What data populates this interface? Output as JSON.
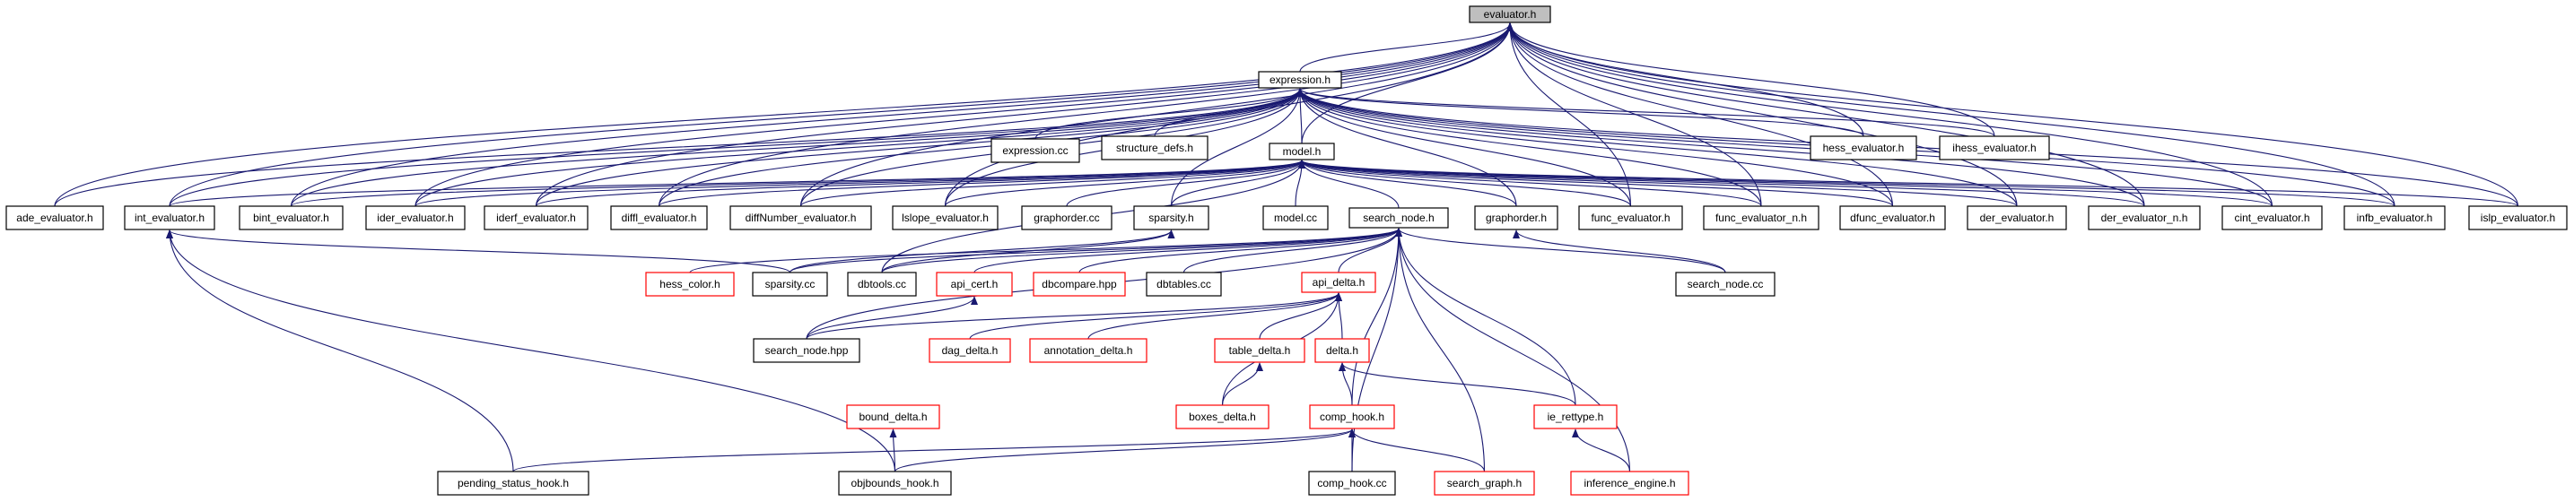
{
  "colors": {
    "edge": "#191970",
    "border_normal": "#000000",
    "border_truncated": "#ff0000",
    "fill_highlight": "#bfbfbf",
    "fill_normal": "#ffffff"
  },
  "graph": {
    "nodes": [
      {
        "id": "evaluator_h",
        "label": "evaluator.h",
        "style": "highlight"
      },
      {
        "id": "expression_h",
        "label": "expression.h",
        "style": "normal"
      },
      {
        "id": "expression_cc",
        "label": "expression.cc",
        "style": "normal"
      },
      {
        "id": "structure_defs_h",
        "label": "structure_defs.h",
        "style": "normal"
      },
      {
        "id": "hess_evaluator_h",
        "label": "hess_evaluator.h",
        "style": "normal"
      },
      {
        "id": "ihess_evaluator_h",
        "label": "ihess_evaluator.h",
        "style": "normal"
      },
      {
        "id": "model_h",
        "label": "model.h",
        "style": "normal"
      },
      {
        "id": "ade_evaluator_h",
        "label": "ade_evaluator.h",
        "style": "normal"
      },
      {
        "id": "int_evaluator_h",
        "label": "int_evaluator.h",
        "style": "normal"
      },
      {
        "id": "bint_evaluator_h",
        "label": "bint_evaluator.h",
        "style": "normal"
      },
      {
        "id": "ider_evaluator_h",
        "label": "ider_evaluator.h",
        "style": "normal"
      },
      {
        "id": "iderf_evaluator_h",
        "label": "iderf_evaluator.h",
        "style": "normal"
      },
      {
        "id": "diffl_evaluator_h",
        "label": "diffl_evaluator.h",
        "style": "normal"
      },
      {
        "id": "diffNumber_evaluator_h",
        "label": "diffNumber_evaluator.h",
        "style": "normal"
      },
      {
        "id": "lslope_evaluator_h",
        "label": "lslope_evaluator.h",
        "style": "normal"
      },
      {
        "id": "graphorder_cc",
        "label": "graphorder.cc",
        "style": "normal"
      },
      {
        "id": "sparsity_h",
        "label": "sparsity.h",
        "style": "normal"
      },
      {
        "id": "model_cc",
        "label": "model.cc",
        "style": "normal"
      },
      {
        "id": "search_node_h",
        "label": "search_node.h",
        "style": "normal"
      },
      {
        "id": "graphorder_h",
        "label": "graphorder.h",
        "style": "normal"
      },
      {
        "id": "func_evaluator_h",
        "label": "func_evaluator.h",
        "style": "normal"
      },
      {
        "id": "func_evaluator_n_h",
        "label": "func_evaluator_n.h",
        "style": "normal"
      },
      {
        "id": "dfunc_evaluator_h",
        "label": "dfunc_evaluator.h",
        "style": "normal"
      },
      {
        "id": "der_evaluator_h",
        "label": "der_evaluator.h",
        "style": "normal"
      },
      {
        "id": "der_evaluator_n_h",
        "label": "der_evaluator_n.h",
        "style": "normal"
      },
      {
        "id": "cint_evaluator_h",
        "label": "cint_evaluator.h",
        "style": "normal"
      },
      {
        "id": "infb_evaluator_h",
        "label": "infb_evaluator.h",
        "style": "normal"
      },
      {
        "id": "islp_evaluator_h",
        "label": "islp_evaluator.h",
        "style": "normal"
      },
      {
        "id": "hess_color_h",
        "label": "hess_color.h",
        "style": "truncated"
      },
      {
        "id": "sparsity_cc",
        "label": "sparsity.cc",
        "style": "normal"
      },
      {
        "id": "dbtools_cc",
        "label": "dbtools.cc",
        "style": "normal"
      },
      {
        "id": "api_cert_h",
        "label": "api_cert.h",
        "style": "truncated"
      },
      {
        "id": "dbcompare_hpp",
        "label": "dbcompare.hpp",
        "style": "truncated"
      },
      {
        "id": "dbtables_cc",
        "label": "dbtables.cc",
        "style": "normal"
      },
      {
        "id": "search_node_cc",
        "label": "search_node.cc",
        "style": "normal"
      },
      {
        "id": "api_delta_h",
        "label": "api_delta.h",
        "style": "truncated"
      },
      {
        "id": "search_node_hpp",
        "label": "search_node.hpp",
        "style": "normal"
      },
      {
        "id": "dag_delta_h",
        "label": "dag_delta.h",
        "style": "truncated"
      },
      {
        "id": "annotation_delta_h",
        "label": "annotation_delta.h",
        "style": "truncated"
      },
      {
        "id": "table_delta_h",
        "label": "table_delta.h",
        "style": "truncated"
      },
      {
        "id": "delta_h",
        "label": "delta.h",
        "style": "truncated"
      },
      {
        "id": "bound_delta_h",
        "label": "bound_delta.h",
        "style": "truncated"
      },
      {
        "id": "boxes_delta_h",
        "label": "boxes_delta.h",
        "style": "truncated"
      },
      {
        "id": "comp_hook_h",
        "label": "comp_hook.h",
        "style": "truncated"
      },
      {
        "id": "ie_rettype_h",
        "label": "ie_rettype.h",
        "style": "truncated"
      },
      {
        "id": "pending_status_hook_h",
        "label": "pending_status_hook.h",
        "style": "normal"
      },
      {
        "id": "objbounds_hook_h",
        "label": "objbounds_hook.h",
        "style": "normal"
      },
      {
        "id": "comp_hook_cc",
        "label": "comp_hook.cc",
        "style": "normal"
      },
      {
        "id": "search_graph_h",
        "label": "search_graph.h",
        "style": "truncated"
      },
      {
        "id": "inference_engine_h",
        "label": "inference_engine.h",
        "style": "truncated"
      }
    ],
    "edges": [
      [
        "expression_h",
        "evaluator_h"
      ],
      [
        "hess_evaluator_h",
        "evaluator_h"
      ],
      [
        "ihess_evaluator_h",
        "evaluator_h"
      ],
      [
        "model_h",
        "evaluator_h"
      ],
      [
        "ade_evaluator_h",
        "evaluator_h"
      ],
      [
        "int_evaluator_h",
        "evaluator_h"
      ],
      [
        "bint_evaluator_h",
        "evaluator_h"
      ],
      [
        "ider_evaluator_h",
        "evaluator_h"
      ],
      [
        "iderf_evaluator_h",
        "evaluator_h"
      ],
      [
        "diffl_evaluator_h",
        "evaluator_h"
      ],
      [
        "diffNumber_evaluator_h",
        "evaluator_h"
      ],
      [
        "lslope_evaluator_h",
        "evaluator_h"
      ],
      [
        "func_evaluator_h",
        "evaluator_h"
      ],
      [
        "func_evaluator_n_h",
        "evaluator_h"
      ],
      [
        "dfunc_evaluator_h",
        "evaluator_h"
      ],
      [
        "der_evaluator_h",
        "evaluator_h"
      ],
      [
        "der_evaluator_n_h",
        "evaluator_h"
      ],
      [
        "cint_evaluator_h",
        "evaluator_h"
      ],
      [
        "infb_evaluator_h",
        "evaluator_h"
      ],
      [
        "islp_evaluator_h",
        "evaluator_h"
      ],
      [
        "expression_cc",
        "expression_h"
      ],
      [
        "structure_defs_h",
        "expression_h"
      ],
      [
        "hess_evaluator_h",
        "expression_h"
      ],
      [
        "ihess_evaluator_h",
        "expression_h"
      ],
      [
        "model_h",
        "expression_h"
      ],
      [
        "ade_evaluator_h",
        "expression_h"
      ],
      [
        "int_evaluator_h",
        "expression_h"
      ],
      [
        "bint_evaluator_h",
        "expression_h"
      ],
      [
        "ider_evaluator_h",
        "expression_h"
      ],
      [
        "iderf_evaluator_h",
        "expression_h"
      ],
      [
        "diffl_evaluator_h",
        "expression_h"
      ],
      [
        "diffNumber_evaluator_h",
        "expression_h"
      ],
      [
        "lslope_evaluator_h",
        "expression_h"
      ],
      [
        "sparsity_h",
        "expression_h"
      ],
      [
        "func_evaluator_h",
        "expression_h"
      ],
      [
        "func_evaluator_n_h",
        "expression_h"
      ],
      [
        "dfunc_evaluator_h",
        "expression_h"
      ],
      [
        "der_evaluator_h",
        "expression_h"
      ],
      [
        "der_evaluator_n_h",
        "expression_h"
      ],
      [
        "cint_evaluator_h",
        "expression_h"
      ],
      [
        "infb_evaluator_h",
        "expression_h"
      ],
      [
        "islp_evaluator_h",
        "expression_h"
      ],
      [
        "graphorder_h",
        "expression_h"
      ],
      [
        "int_evaluator_h",
        "model_h"
      ],
      [
        "bint_evaluator_h",
        "model_h"
      ],
      [
        "ider_evaluator_h",
        "model_h"
      ],
      [
        "iderf_evaluator_h",
        "model_h"
      ],
      [
        "diffl_evaluator_h",
        "model_h"
      ],
      [
        "diffNumber_evaluator_h",
        "model_h"
      ],
      [
        "lslope_evaluator_h",
        "model_h"
      ],
      [
        "graphorder_cc",
        "model_h"
      ],
      [
        "sparsity_h",
        "model_h"
      ],
      [
        "model_cc",
        "model_h"
      ],
      [
        "search_node_h",
        "model_h"
      ],
      [
        "graphorder_h",
        "model_h"
      ],
      [
        "func_evaluator_h",
        "model_h"
      ],
      [
        "func_evaluator_n_h",
        "model_h"
      ],
      [
        "dfunc_evaluator_h",
        "model_h"
      ],
      [
        "der_evaluator_h",
        "model_h"
      ],
      [
        "der_evaluator_n_h",
        "model_h"
      ],
      [
        "cint_evaluator_h",
        "model_h"
      ],
      [
        "infb_evaluator_h",
        "model_h"
      ],
      [
        "islp_evaluator_h",
        "model_h"
      ],
      [
        "dbtools_cc",
        "model_h"
      ],
      [
        "sparsity_cc",
        "int_evaluator_h"
      ],
      [
        "pending_status_hook_h",
        "int_evaluator_h"
      ],
      [
        "objbounds_hook_h",
        "int_evaluator_h"
      ],
      [
        "sparsity_cc",
        "sparsity_h"
      ],
      [
        "dbtools_cc",
        "sparsity_h"
      ],
      [
        "search_node_cc",
        "graphorder_h"
      ],
      [
        "hess_color_h",
        "search_node_h"
      ],
      [
        "sparsity_cc",
        "search_node_h"
      ],
      [
        "dbtools_cc",
        "search_node_h"
      ],
      [
        "api_cert_h",
        "search_node_h"
      ],
      [
        "dbcompare_hpp",
        "search_node_h"
      ],
      [
        "dbtables_cc",
        "search_node_h"
      ],
      [
        "search_node_cc",
        "search_node_h"
      ],
      [
        "api_delta_h",
        "search_node_h"
      ],
      [
        "search_node_hpp",
        "search_node_h"
      ],
      [
        "comp_hook_h",
        "search_node_h"
      ],
      [
        "comp_hook_cc",
        "search_node_h"
      ],
      [
        "search_graph_h",
        "search_node_h"
      ],
      [
        "ie_rettype_h",
        "search_node_h"
      ],
      [
        "inference_engine_h",
        "search_node_h"
      ],
      [
        "search_node_hpp",
        "api_cert_h"
      ],
      [
        "search_node_hpp",
        "api_delta_h"
      ],
      [
        "dag_delta_h",
        "api_delta_h"
      ],
      [
        "annotation_delta_h",
        "api_delta_h"
      ],
      [
        "table_delta_h",
        "api_delta_h"
      ],
      [
        "delta_h",
        "api_delta_h"
      ],
      [
        "boxes_delta_h",
        "api_delta_h"
      ],
      [
        "boxes_delta_h",
        "table_delta_h"
      ],
      [
        "comp_hook_h",
        "delta_h"
      ],
      [
        "ie_rettype_h",
        "delta_h"
      ],
      [
        "objbounds_hook_h",
        "bound_delta_h"
      ],
      [
        "pending_status_hook_h",
        "comp_hook_h"
      ],
      [
        "objbounds_hook_h",
        "comp_hook_h"
      ],
      [
        "comp_hook_cc",
        "comp_hook_h"
      ],
      [
        "search_graph_h",
        "comp_hook_h"
      ],
      [
        "inference_engine_h",
        "ie_rettype_h"
      ]
    ]
  }
}
